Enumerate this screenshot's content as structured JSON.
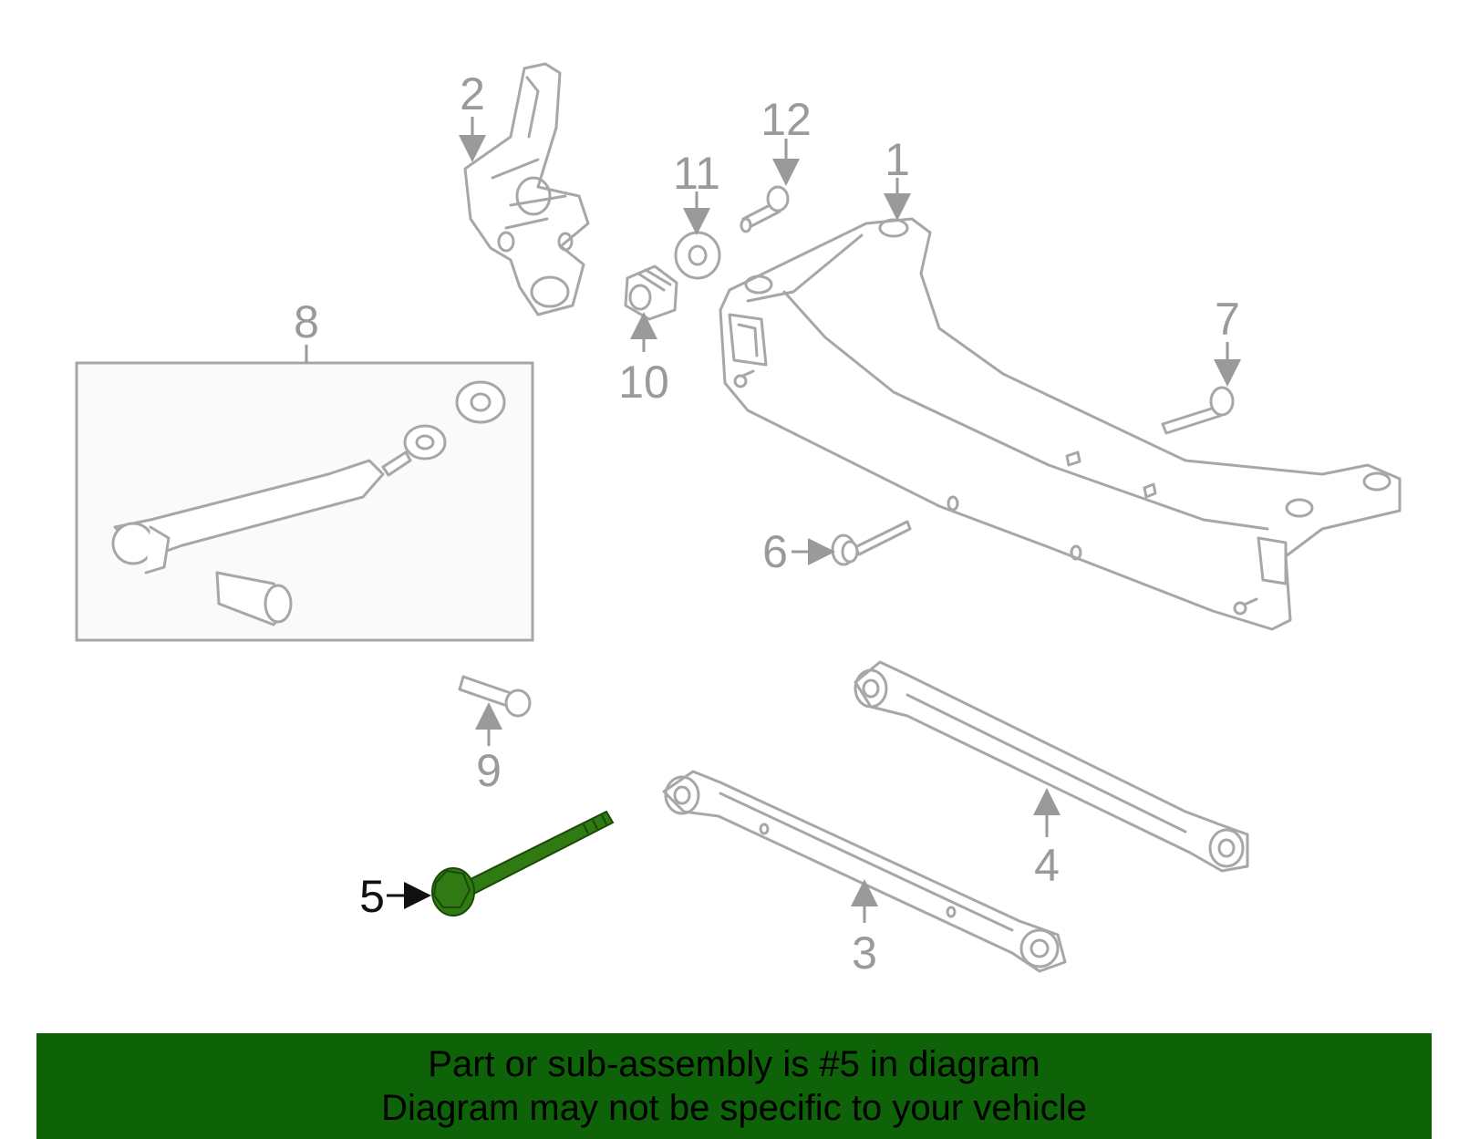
{
  "callouts": {
    "c1": "1",
    "c2": "2",
    "c3": "3",
    "c4": "4",
    "c5": "5",
    "c6": "6",
    "c7": "7",
    "c8": "8",
    "c9": "9",
    "c10": "10",
    "c11": "11",
    "c12": "12"
  },
  "highlighted_part": "5",
  "colors": {
    "highlight": "#2f7a12",
    "outline": "#a7a7a7",
    "banner": "#0e6208"
  },
  "banner": {
    "line1": "Part or sub-assembly is #5 in diagram",
    "line2": "Diagram may not be specific to your vehicle"
  }
}
